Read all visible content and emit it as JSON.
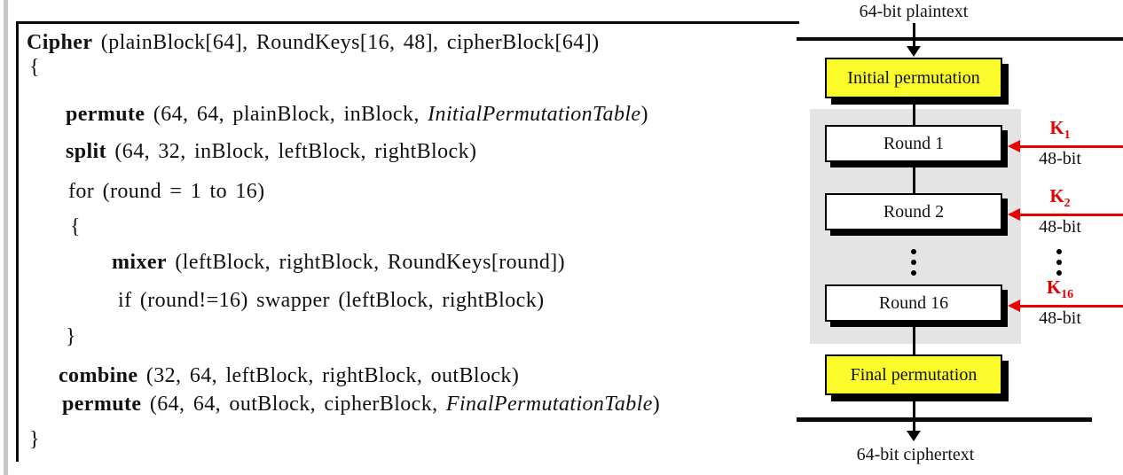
{
  "colors": {
    "box_yellow": "#fbfb2b",
    "rounds_panel_gray": "#e4e4e4",
    "key_red": "#e60000",
    "line_black": "#0a0a0a",
    "page_edge_gray": "#c9c9c9"
  },
  "code": {
    "lines": [
      {
        "segments": [
          {
            "text": "Cipher"
          },
          {
            "text": " (plainBlock[64], RoundKeys[16, 48], cipherBlock[64])"
          }
        ]
      },
      {
        "segments": [
          {
            "text": "{"
          }
        ]
      },
      {
        "segments": [
          {
            "text": "permute"
          },
          {
            "text": " (64, 64, plainBlock, inBlock, "
          },
          {
            "text": "InitialPermutationTable"
          },
          {
            "text": ")"
          }
        ]
      },
      {
        "segments": [
          {
            "text": "split"
          },
          {
            "text": " (64, 32, inBlock, leftBlock, rightBlock)"
          }
        ]
      },
      {
        "segments": [
          {
            "text": "for (round = 1 to 16)"
          }
        ]
      },
      {
        "segments": [
          {
            "text": "{"
          }
        ]
      },
      {
        "segments": [
          {
            "text": "mixer"
          },
          {
            "text": " (leftBlock, rightBlock, RoundKeys[round])"
          }
        ]
      },
      {
        "segments": [
          {
            "text": "if (round!=16) swapper (leftBlock, rightBlock)"
          }
        ]
      },
      {
        "segments": [
          {
            "text": "}"
          }
        ]
      },
      {
        "segments": [
          {
            "text": "combine"
          },
          {
            "text": " (32, 64, leftBlock, rightBlock, outBlock)"
          }
        ]
      },
      {
        "segments": [
          {
            "text": "permute"
          },
          {
            "text": " (64, 64, outBlock, cipherBlock, "
          },
          {
            "text": "FinalPermutationTable"
          },
          {
            "text": ")"
          }
        ]
      },
      {
        "segments": [
          {
            "text": "}"
          }
        ]
      }
    ]
  },
  "diagram": {
    "top_label": "64-bit plaintext",
    "bottom_label": "64-bit ciphertext",
    "initial_label": "Initial permutation",
    "final_label": "Final permutation",
    "round_labels": [
      "Round 1",
      "Round 2",
      "Round 16"
    ],
    "keys": [
      {
        "base": "K",
        "sub": "1",
        "bits": "48-bit"
      },
      {
        "base": "K",
        "sub": "2",
        "bits": "48-bit"
      },
      {
        "base": "K",
        "sub": "16",
        "bits": "48-bit"
      }
    ]
  }
}
